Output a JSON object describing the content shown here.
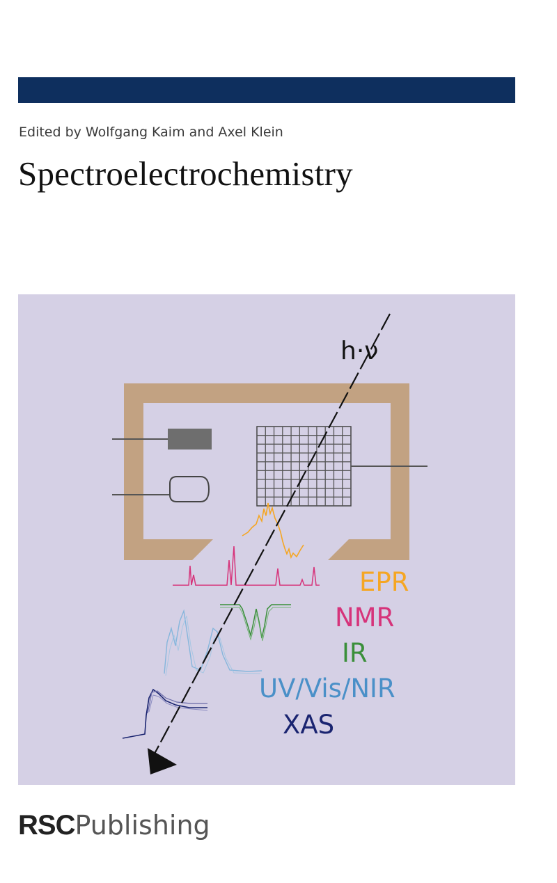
{
  "cover": {
    "editors": "Edited by Wolfgang Kaim and Axel Klein",
    "title": "Spectroelectrochemistry",
    "photon_label": "h·ν",
    "techniques": [
      {
        "label": "EPR",
        "color": "#f5a623"
      },
      {
        "label": "NMR",
        "color": "#d6337a"
      },
      {
        "label": "IR",
        "color": "#3a8f3a"
      },
      {
        "label": "UV/Vis/NIR",
        "color": "#4a90c8"
      },
      {
        "label": "XAS",
        "color": "#1a2470"
      }
    ],
    "publisher": {
      "brand": "RSC",
      "imprint": "Publishing"
    }
  },
  "colors": {
    "top_bar": "#0e2f5e",
    "art_background": "#d5d0e5",
    "cell_frame": "#c2a282",
    "electrode_grid": "#555555"
  }
}
